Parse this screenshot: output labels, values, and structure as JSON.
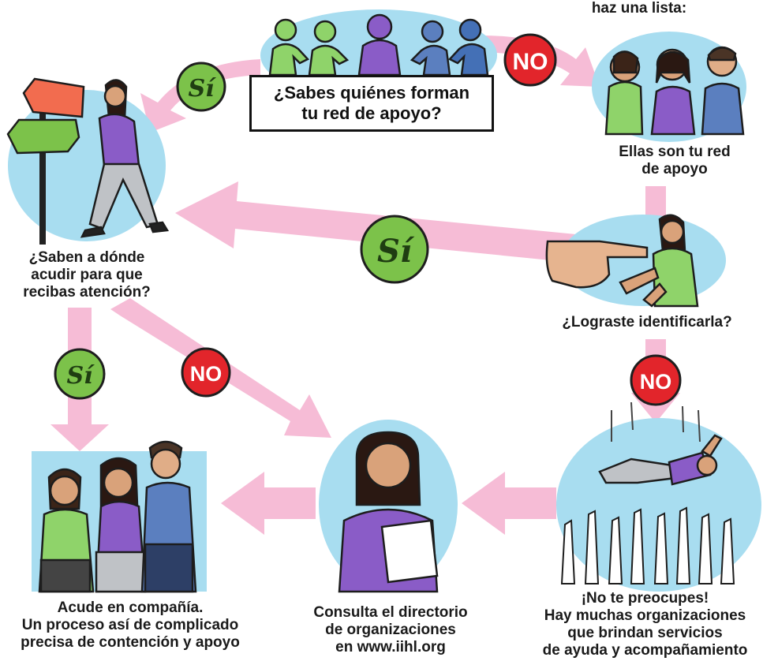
{
  "question_main": {
    "line1": "¿Sabes quiénes forman",
    "line2": "tu red de apoyo?"
  },
  "top_right": {
    "heading": "haz una lista:",
    "caption_line1": "Ellas son tu red",
    "caption_line2": "de apoyo"
  },
  "left_top": {
    "line1": "¿Saben a dónde",
    "line2": "acudir para que",
    "line3": "recibas atención?"
  },
  "right_mid": {
    "caption": "¿Lograste identificarla?"
  },
  "bottom_left": {
    "line1": "Acude en compañía.",
    "line2": "Un proceso así de complicado",
    "line3": "precisa de contención y apoyo"
  },
  "bottom_center": {
    "line1": "Consulta el directorio",
    "line2": "de organizaciones",
    "line3": "en www.iihl.org"
  },
  "bottom_right": {
    "line1": "¡No te preocupes!",
    "line2": "Hay muchas organizaciones",
    "line3": "que brindan servicios",
    "line4": "de ayuda y acompañamiento"
  },
  "badges": {
    "yes": "Sí",
    "no": "NO"
  },
  "colors": {
    "arrow": "#f6bcd6",
    "scene_bg": "#a8ddf0",
    "yes_badge": "#7cc24a",
    "no_badge": "#e2252b",
    "purple": "#8a5cc7",
    "green_shirt": "#8fd36a",
    "blue_shirt": "#5b7fbf"
  }
}
